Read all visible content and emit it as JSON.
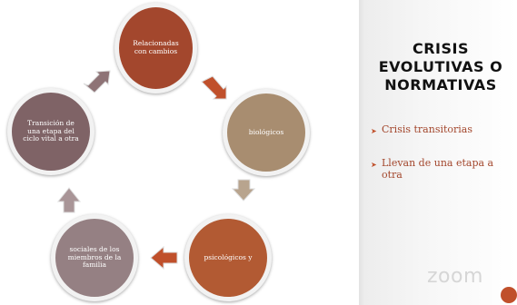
{
  "diagram": {
    "nodes": [
      {
        "label": "Relacionadas con cambios",
        "color": "#a3472d"
      },
      {
        "label": "biológicos",
        "color": "#a88d70"
      },
      {
        "label": "psicológicos y",
        "color": "#b25a33"
      },
      {
        "label": "sociales de los miembros de la familia",
        "color": "#958083"
      },
      {
        "label": "Transición de una etapa del ciclo vital a otra",
        "color": "#7f6366"
      }
    ]
  },
  "sidebar": {
    "title": "CRISIS EVOLUTIVAS O NORMATIVAS",
    "bullets": [
      "Crisis transitorias",
      "Llevan de una etapa a otra"
    ]
  },
  "overlay": {
    "watermark": "zoom"
  }
}
